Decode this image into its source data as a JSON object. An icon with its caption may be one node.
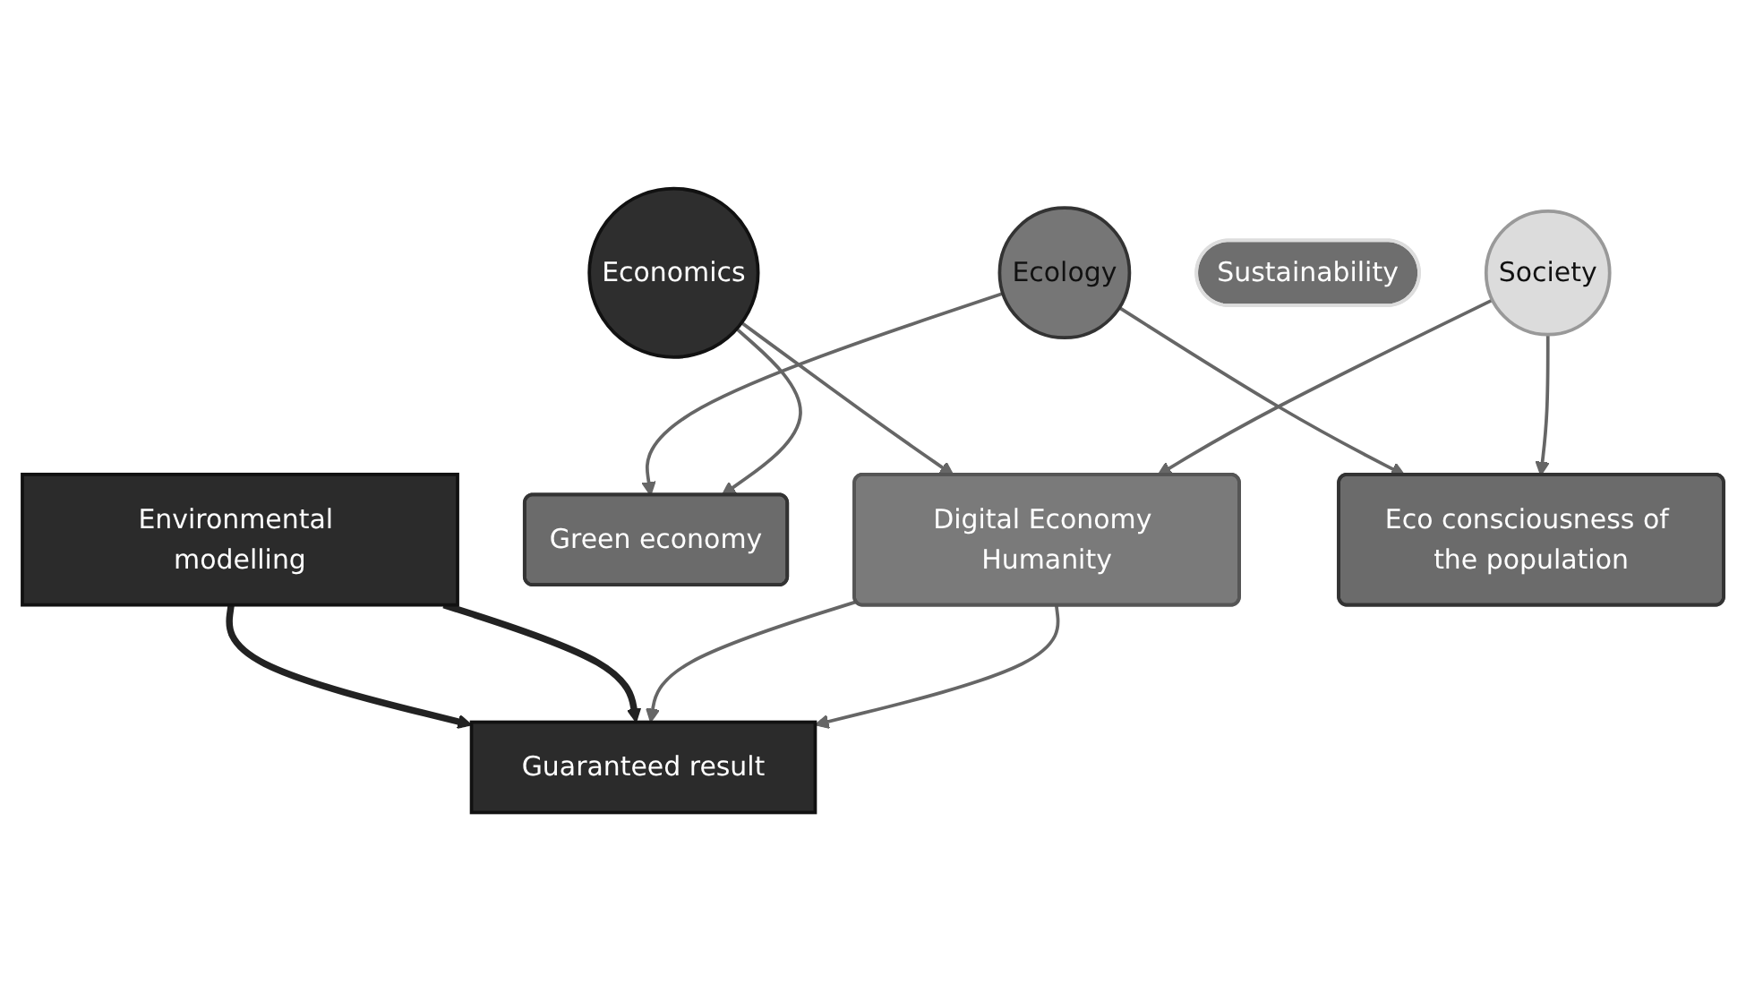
{
  "diagram": {
    "nodes": [
      {
        "text": [
          "Environmental modelling"
        ]
      },
      {
        "text": [
          "Green economy"
        ]
      },
      {
        "text": [
          "Ecology"
        ]
      },
      {
        "text": [
          "Eco consciousness of the population"
        ]
      },
      {
        "text": [
          "Economics"
        ]
      },
      {
        "text": [
          "Sustainability"
        ]
      },
      {
        "text": [
          "Society"
        ]
      },
      {
        "text": [
          "Digital Economy Humanity"
        ]
      },
      {
        "text": [
          "Guaranteed result"
        ]
      }
    ],
    "edges": [
      {
        "from": 0,
        "to": 8,
        "arrow": "to",
        "style": "thick",
        "color": "#222222"
      },
      {
        "from": 2,
        "to": 1,
        "arrow": "to"
      },
      {
        "from": 2,
        "to": 3,
        "arrow": "to"
      },
      {
        "from": 0,
        "to": 8,
        "arrow": "to",
        "style": "thick",
        "color": "#222222"
      },
      {
        "from": 4,
        "to": 1,
        "arrow": "to"
      },
      {
        "from": 6,
        "to": 3,
        "arrow": "to"
      },
      {
        "from": 4,
        "to": 7,
        "arrow": "to"
      },
      {
        "from": 6,
        "to": 7,
        "arrow": "to"
      },
      {
        "from": 7,
        "to": 8,
        "arrow": "to"
      },
      {
        "from": 7,
        "to": 8,
        "arrow": "to"
      }
    ]
  }
}
